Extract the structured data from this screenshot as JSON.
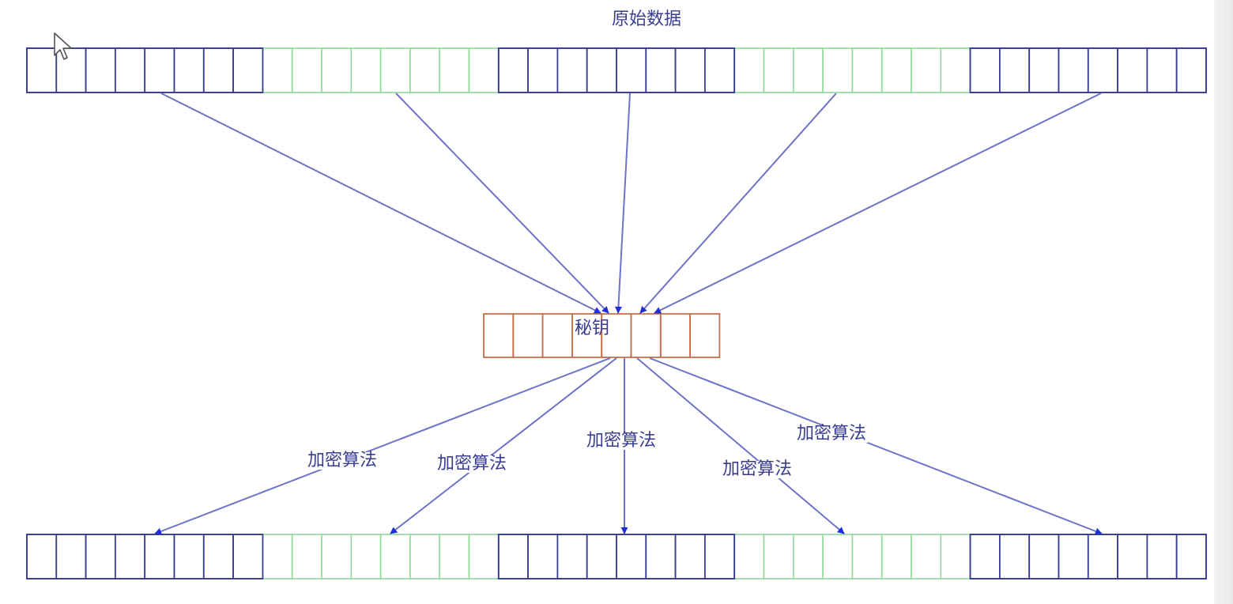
{
  "title": "原始数据",
  "key_label": "秘钥",
  "algorithm_label": "加密算法",
  "row_groups": [
    "dark",
    "green",
    "dark",
    "green",
    "dark"
  ],
  "cells_per_group": 8,
  "key_cells": 8,
  "colors": {
    "dark": "#3a3d92",
    "green": "#8fd99a",
    "key": "#c8704a",
    "arrow": "#6f73c8",
    "arrowhead": "#1f2fd6",
    "text": "#3a3d92"
  },
  "icons": [
    "mouse-cursor-icon"
  ]
}
